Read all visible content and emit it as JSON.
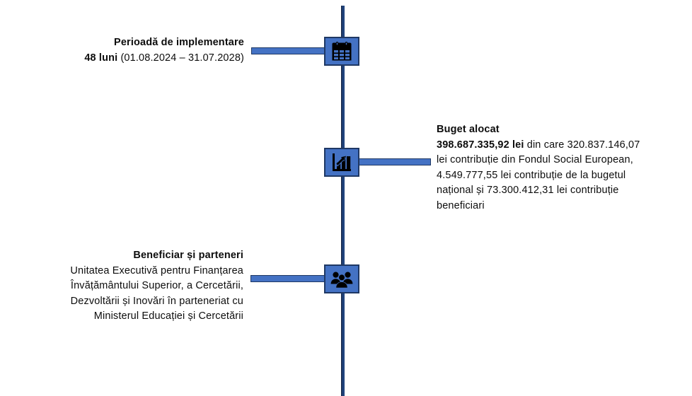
{
  "diagram": {
    "title": "Project summary timeline",
    "orientation": "vertical",
    "colors": {
      "spine": "#1F3864",
      "connector": "#4472C4",
      "icon_box_fill": "#4472C4",
      "icon_box_border": "#1F3864",
      "icon_glyph": "#000000",
      "text": "#0D0D0D",
      "background": "#FFFFFF"
    }
  },
  "nodes": [
    {
      "id": "period",
      "icon_name": "calendar-icon",
      "side": "left",
      "heading": "Perioadă de implementare",
      "body_bold": "48 luni",
      "body_rest": " (01.08.2024 – 31.07.2028)",
      "full_text": "Perioadă de implementare 48 luni (01.08.2024 – 31.07.2028)"
    },
    {
      "id": "budget",
      "icon_name": "bar-chart-growth-icon",
      "side": "right",
      "heading": "Buget alocat",
      "body_bold": "398.687.335,92 lei",
      "body_rest": " din care 320.837.146,07 lei contribuție din Fondul Social European, 4.549.777,55 lei contribuție de la bugetul național și 73.300.412,31 lei contribuție beneficiari",
      "full_text": "Buget alocat 398.687.335,92 lei din care 320.837.146,07 lei contribuție din Fondul Social European, 4.549.777,55 lei contribuție de la bugetul național și 73.300.412,31 lei contribuție beneficiari",
      "amounts": {
        "total": "398.687.335,92 lei",
        "fondul_social_european": "320.837.146,07 lei",
        "buget_national": "4.549.777,55 lei",
        "contributie_beneficiari": "73.300.412,31 lei"
      }
    },
    {
      "id": "beneficiary",
      "icon_name": "people-group-icon",
      "side": "left",
      "heading": "Beneficiar și parteneri",
      "body_bold": "",
      "body_rest": "Unitatea Executivă pentru Finanțarea Învățământului Superior, a Cercetării, Dezvoltării și Inovări în parteneriat cu Ministerul Educației și Cercetării",
      "full_text": "Beneficiar și parteneri Unitatea Executivă pentru Finanțarea Învățământului Superior, a Cercetării, Dezvoltării și Inovări în parteneriat cu Ministerul Educației și Cercetării"
    }
  ]
}
